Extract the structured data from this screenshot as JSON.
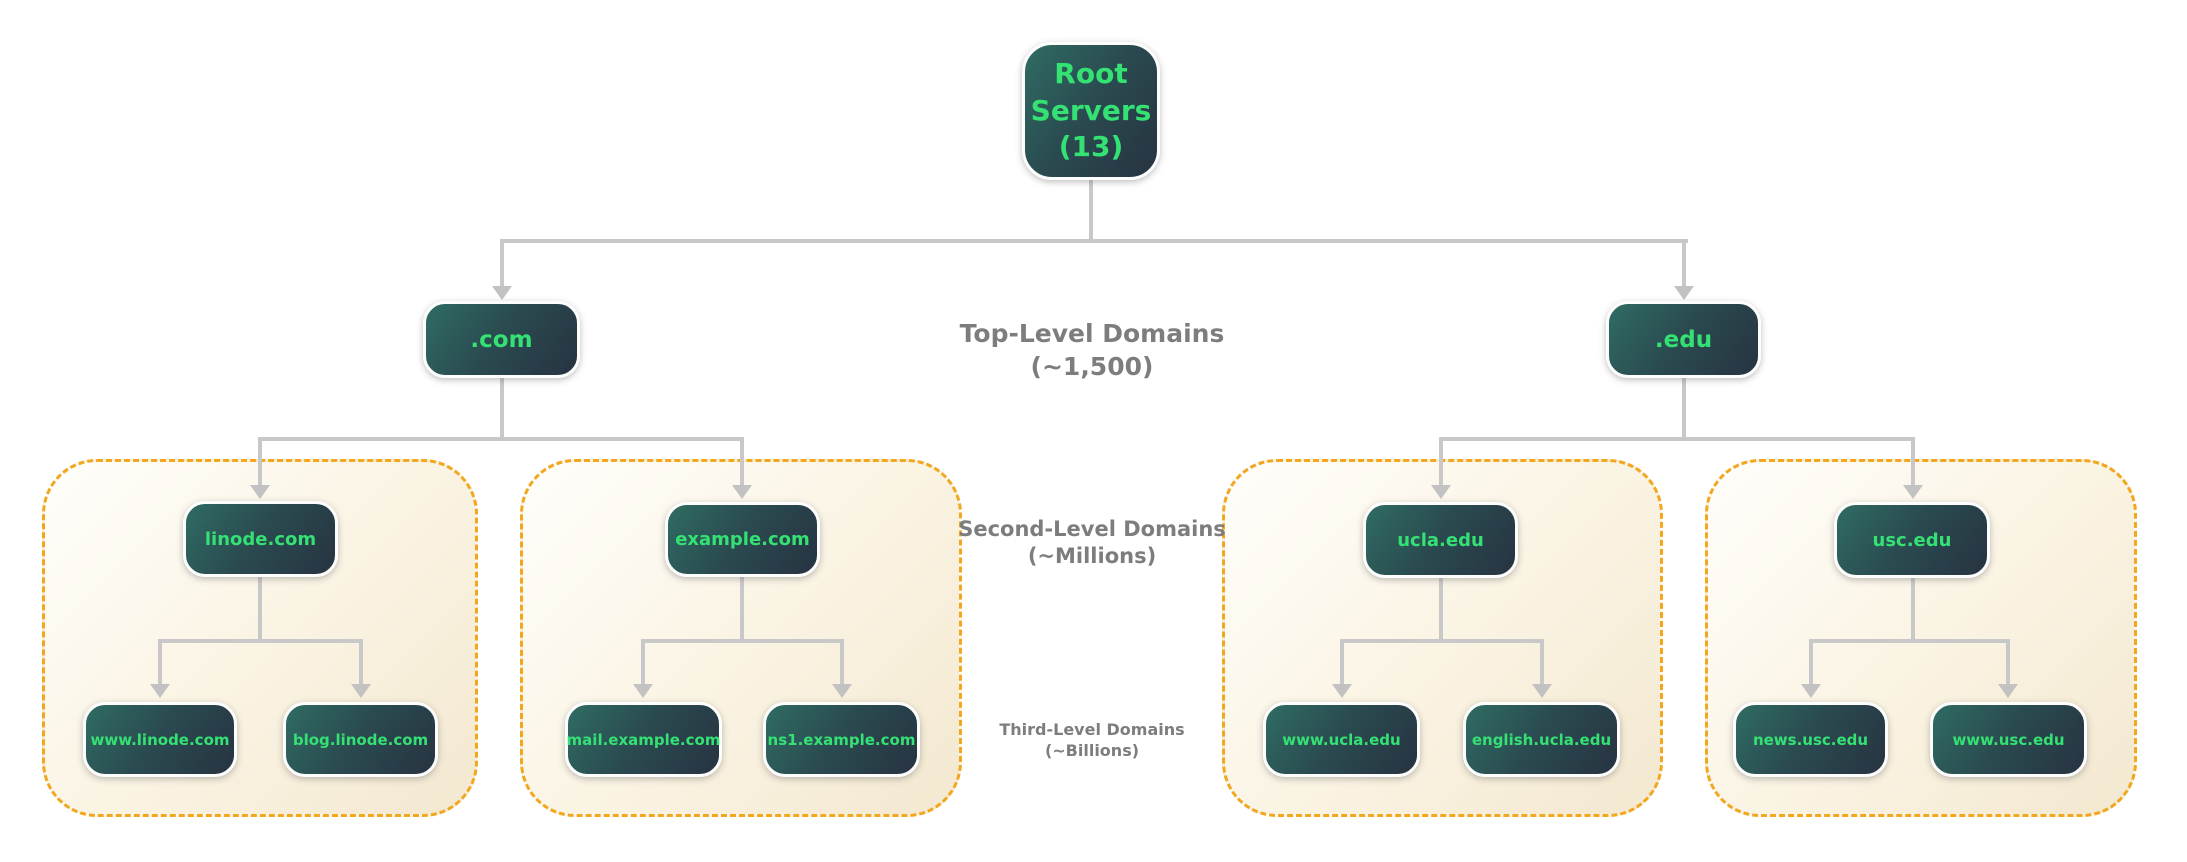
{
  "diagram": {
    "type": "dns-hierarchy-tree",
    "root": {
      "label": "Root\nServers\n(13)"
    },
    "tlds": [
      {
        "label": ".com"
      },
      {
        "label": ".edu"
      }
    ],
    "level_labels": [
      {
        "title": "Top-Level Domains",
        "count": "(~1,500)"
      },
      {
        "title": "Second-Level Domains",
        "count": "(~Millions)"
      },
      {
        "title": "Third-Level Domains",
        "count": "(~Billions)"
      }
    ],
    "slds": [
      {
        "label": "linode.com",
        "parent": ".com"
      },
      {
        "label": "example.com",
        "parent": ".com"
      },
      {
        "label": "ucla.edu",
        "parent": ".edu"
      },
      {
        "label": "usc.edu",
        "parent": ".edu"
      }
    ],
    "thirds": [
      {
        "label": "www.linode.com",
        "parent": "linode.com"
      },
      {
        "label": "blog.linode.com",
        "parent": "linode.com"
      },
      {
        "label": "mail.example.com",
        "parent": "example.com"
      },
      {
        "label": "ns1.example.com",
        "parent": "example.com"
      },
      {
        "label": "www.ucla.edu",
        "parent": "ucla.edu"
      },
      {
        "label": "english.ucla.edu",
        "parent": "ucla.edu"
      },
      {
        "label": "news.usc.edu",
        "parent": "usc.edu"
      },
      {
        "label": "www.usc.edu",
        "parent": "usc.edu"
      }
    ],
    "colors": {
      "node_gradient_start": "#2f6c63",
      "node_gradient_end": "#273341",
      "node_text_green": "#34e173",
      "node_border": "#fdfdfd",
      "connector_gray": "#c8c8c8",
      "cluster_border_amber": "#f2a71e",
      "cluster_bg_cream": "#f3e8d0",
      "label_gray": "#7d7d7d",
      "page_bg": "#ffffff"
    }
  }
}
